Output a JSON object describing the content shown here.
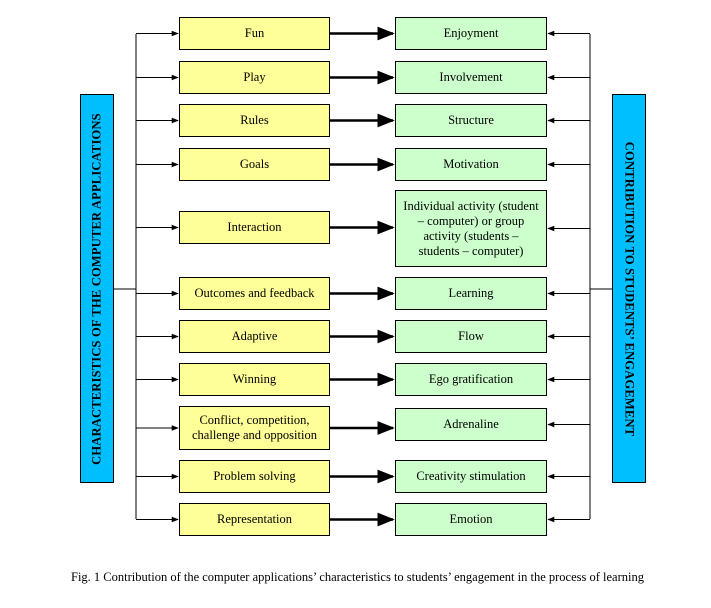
{
  "left_panel": {
    "title": "CHARACTERISTICS OF THE COMPUTER APPLICATIONS"
  },
  "right_panel": {
    "title": "CONTRIBUTION TO STUDENTS’ ENGAGEMENT"
  },
  "rows": [
    {
      "characteristic": "Fun",
      "contribution": "Enjoyment"
    },
    {
      "characteristic": "Play",
      "contribution": "Involvement"
    },
    {
      "characteristic": "Rules",
      "contribution": "Structure"
    },
    {
      "characteristic": "Goals",
      "contribution": "Motivation"
    },
    {
      "characteristic": "Interaction",
      "contribution": "Individual activity (student – computer) or group activity (students – students – computer)"
    },
    {
      "characteristic": "Outcomes and feedback",
      "contribution": "Learning"
    },
    {
      "characteristic": "Adaptive",
      "contribution": "Flow"
    },
    {
      "characteristic": "Winning",
      "contribution": "Ego gratification"
    },
    {
      "characteristic": "Conflict, competition, challenge and opposition",
      "contribution": "Adrenaline"
    },
    {
      "characteristic": "Problem solving",
      "contribution": "Creativity stimulation"
    },
    {
      "characteristic": "Representation",
      "contribution": "Emotion"
    }
  ],
  "caption": "Fig. 1 Contribution of the computer applications’ characteristics to students’ engagement in the process of learning"
}
